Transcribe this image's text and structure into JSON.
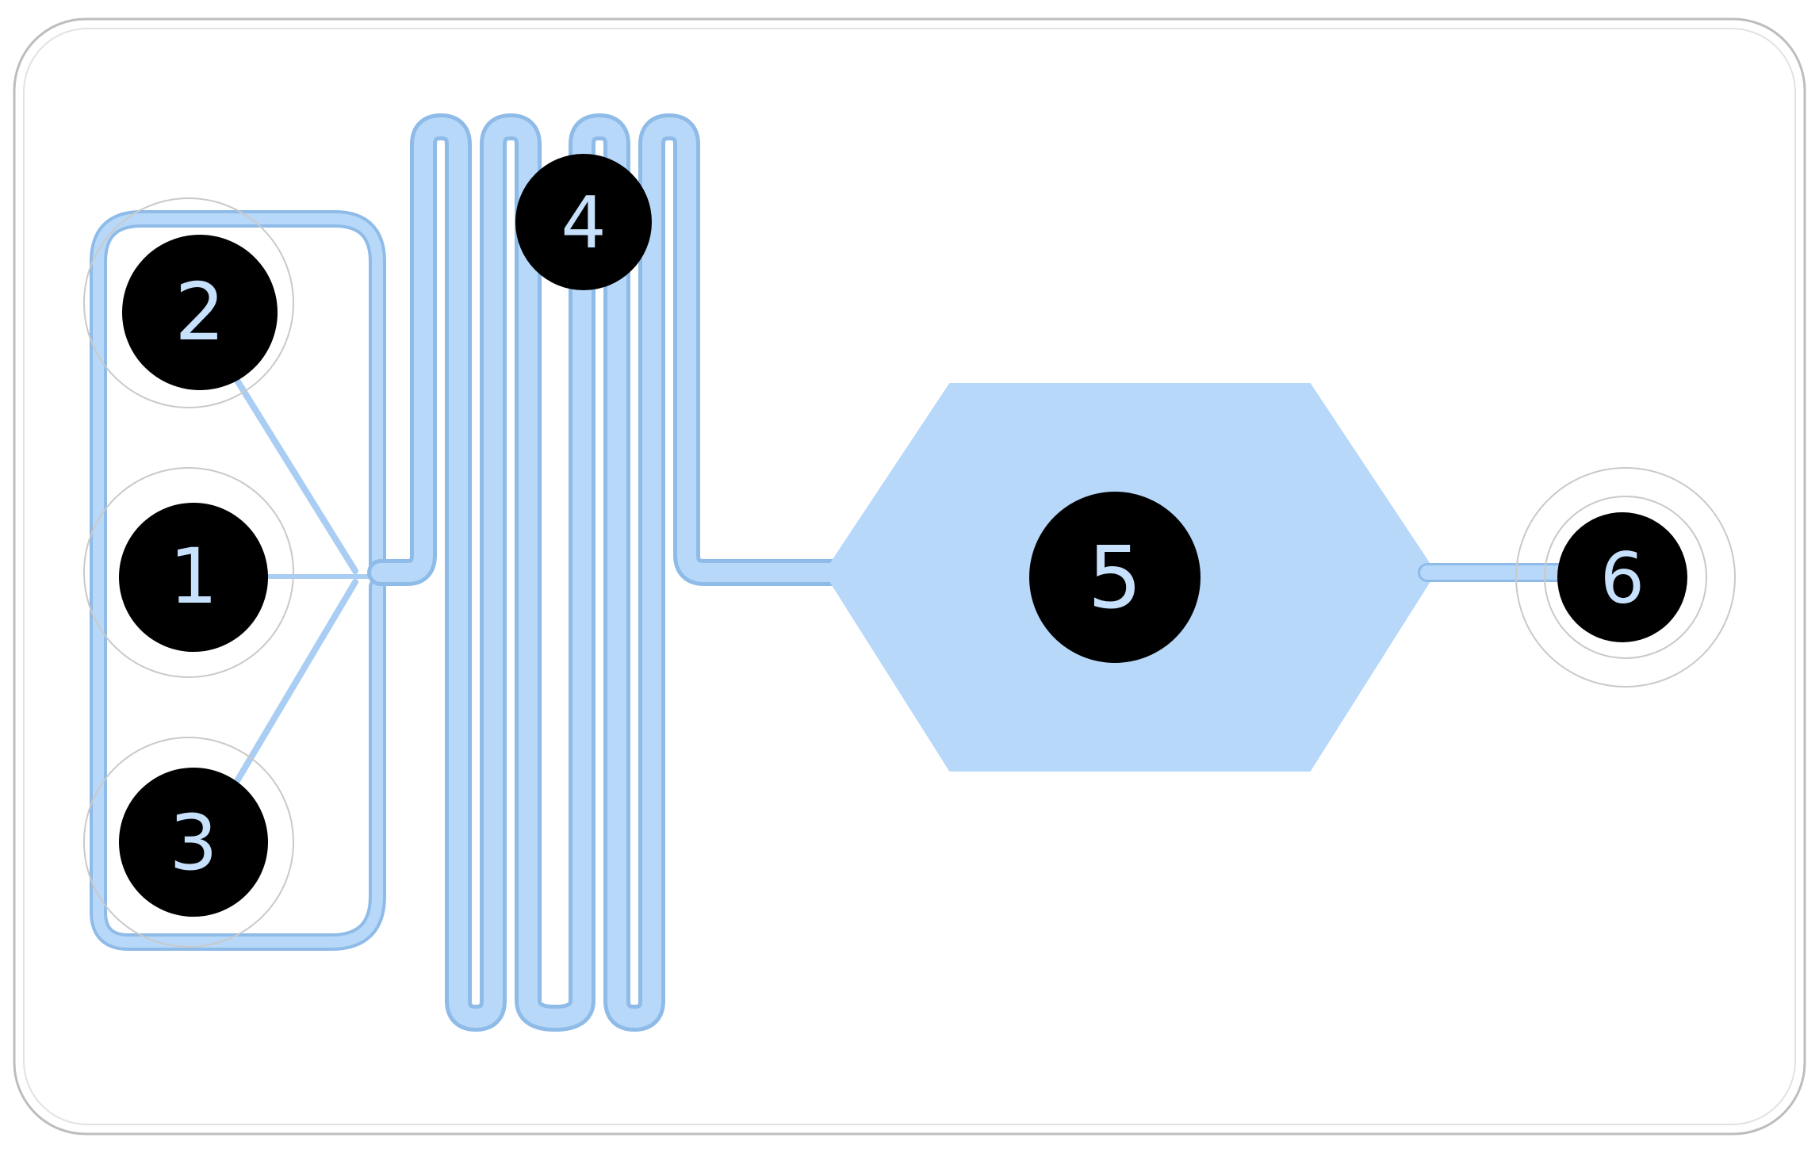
{
  "colors": {
    "channel": "#b7d8f8",
    "channel_edge": "#8fbbe8",
    "port": "#000000",
    "port_label": "#c7e0fb",
    "chip_outline": "#bdbdbd"
  },
  "ports": [
    {
      "id": "p1",
      "label": "1"
    },
    {
      "id": "p2",
      "label": "2"
    },
    {
      "id": "p3",
      "label": "3"
    },
    {
      "id": "p4",
      "label": "4"
    },
    {
      "id": "p5",
      "label": "5"
    },
    {
      "id": "p6",
      "label": "6"
    }
  ]
}
